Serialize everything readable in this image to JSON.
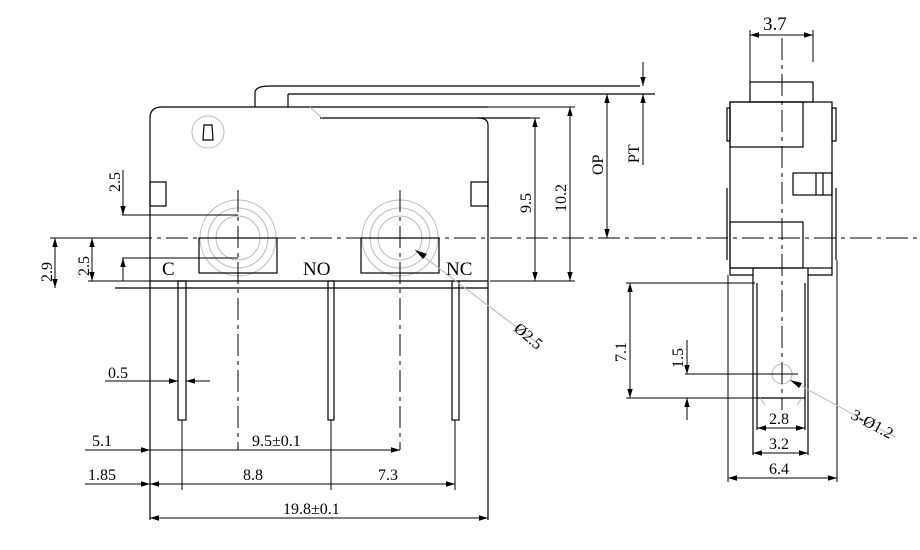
{
  "drawing": {
    "terminals": {
      "c": "C",
      "no": "NO",
      "nc": "NC"
    },
    "dims": {
      "top_25": "2.5",
      "left_29": "2.9",
      "left_25": "2.5",
      "pin_05": "0.5",
      "d_51": "5.1",
      "d_95_tol": "9.5±0.1",
      "d_185": "1.85",
      "d_88": "8.8",
      "d_73": "7.3",
      "d_198_tol": "19.8±0.1",
      "h_95": "9.5",
      "h_102": "10.2",
      "op": "OP",
      "pt": "PT",
      "hole_dia": "Ø2.5",
      "side_37": "3.7",
      "side_71": "7.1",
      "side_15": "1.5",
      "side_28": "2.8",
      "side_32": "3.2",
      "side_64": "6.4",
      "pin_holes": "3-Ø1.2"
    }
  }
}
